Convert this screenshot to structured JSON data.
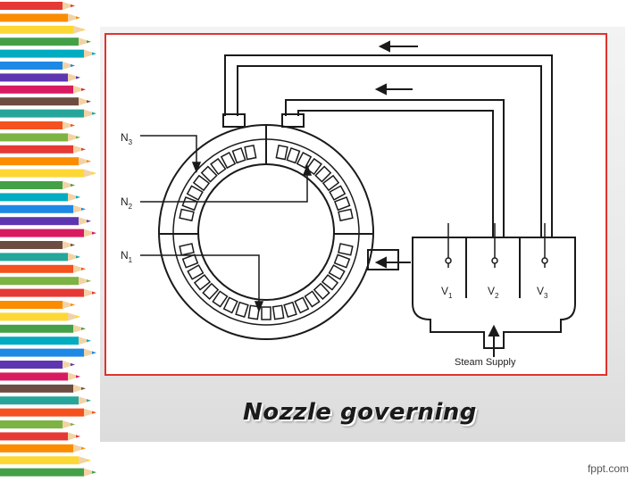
{
  "slide": {
    "title": "Nozzle governing",
    "brand": "fppt.com"
  },
  "diagram": {
    "nozzle_labels": [
      {
        "main": "N",
        "sub": "3"
      },
      {
        "main": "N",
        "sub": "2"
      },
      {
        "main": "N",
        "sub": "1"
      }
    ],
    "valve_labels": [
      {
        "main": "V",
        "sub": "1"
      },
      {
        "main": "V",
        "sub": "2"
      },
      {
        "main": "V",
        "sub": "3"
      }
    ],
    "supply_label": "Steam Supply"
  },
  "colors": {
    "frame_border": "#e0332e",
    "line": "#1a1a1a"
  }
}
